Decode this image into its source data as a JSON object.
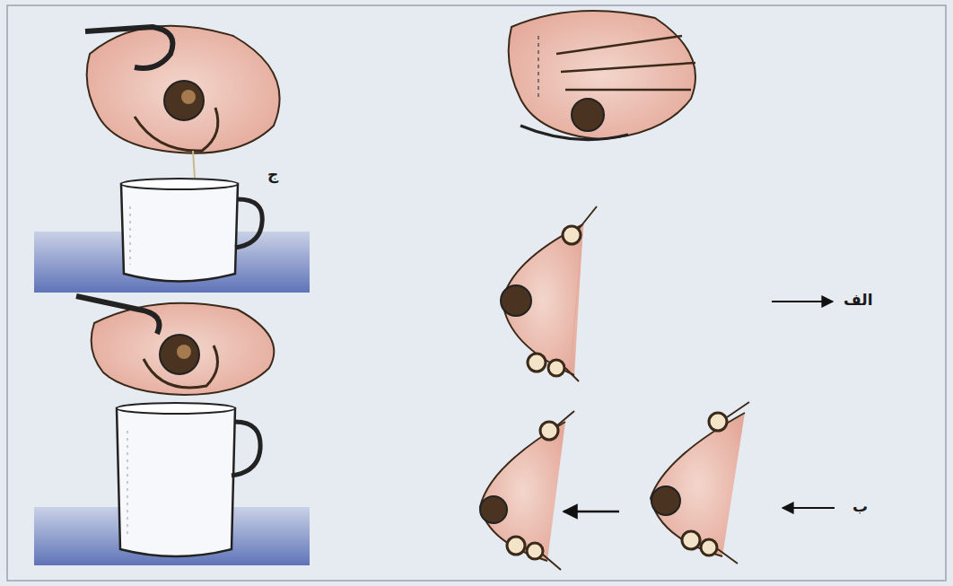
{
  "diagram": {
    "labels": [
      "ج",
      "الف",
      "ب"
    ]
  }
}
